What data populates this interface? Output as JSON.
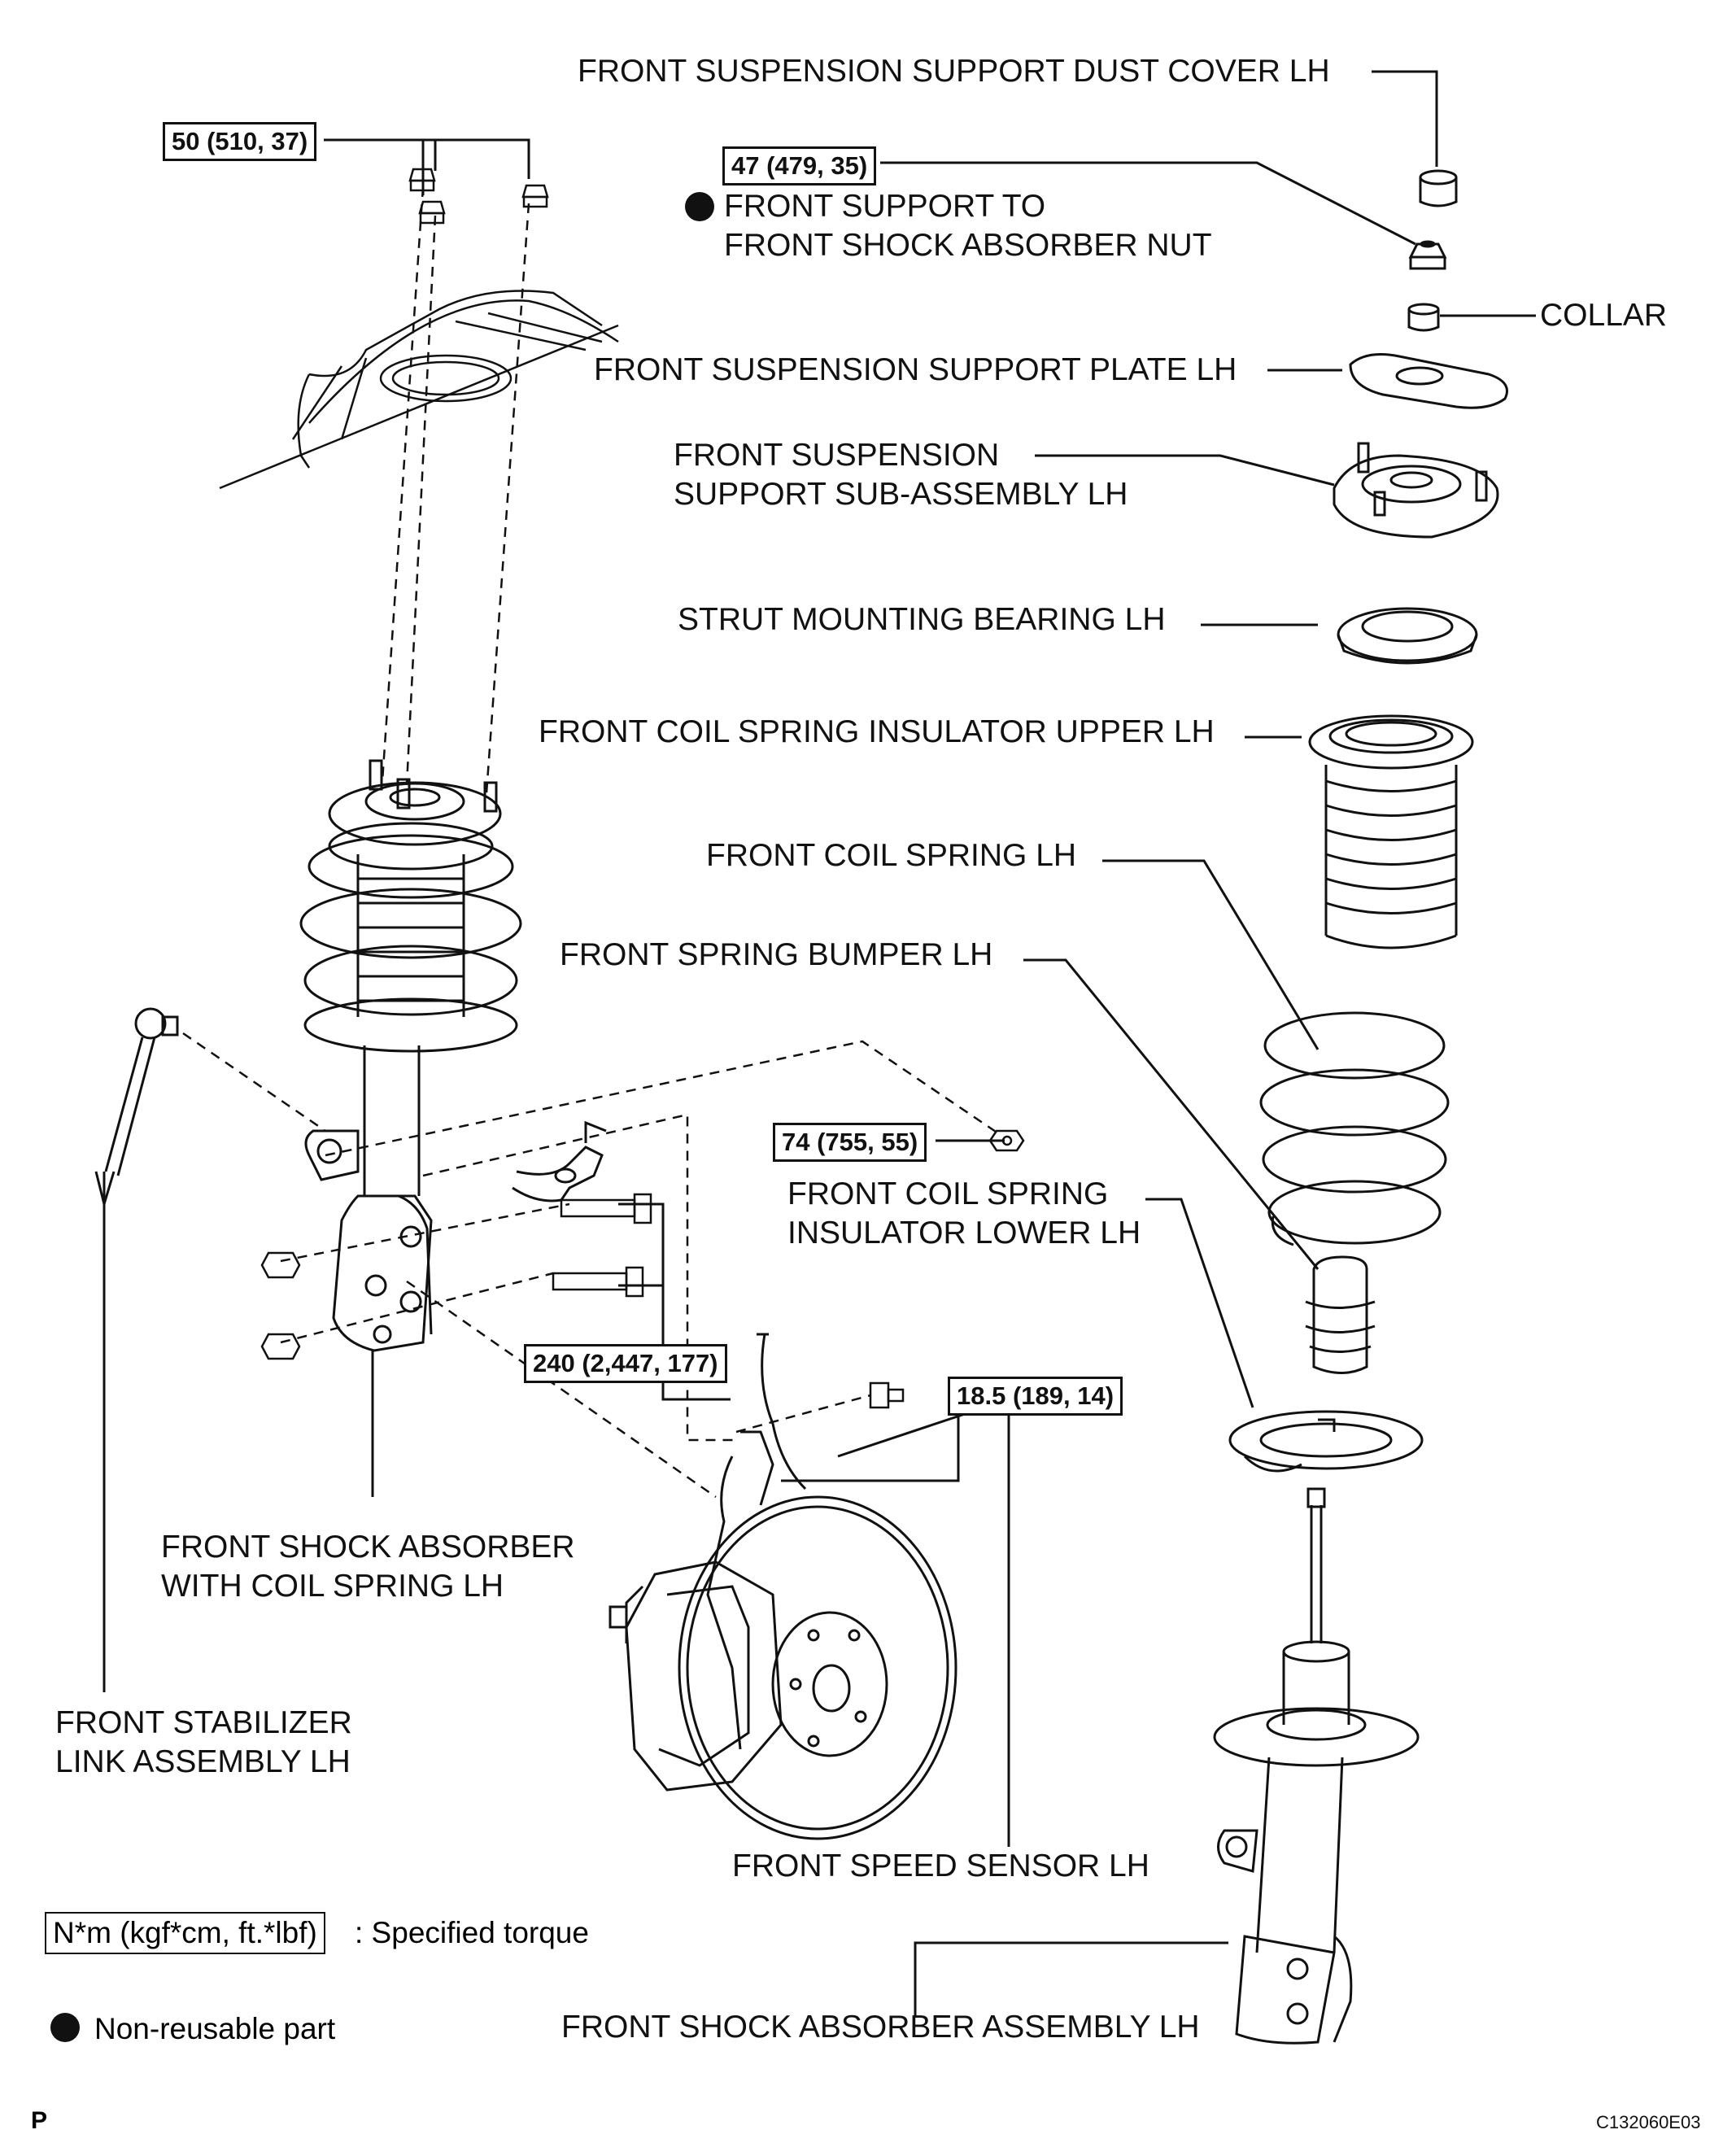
{
  "labels": {
    "dust_cover": "FRONT SUSPENSION SUPPORT DUST COVER LH",
    "nut_line1": "FRONT SUPPORT TO",
    "nut_line2": "FRONT SHOCK ABSORBER NUT",
    "collar": "COLLAR",
    "support_plate": "FRONT SUSPENSION SUPPORT PLATE LH",
    "support_sub_line1": "FRONT SUSPENSION",
    "support_sub_line2": "SUPPORT SUB-ASSEMBLY LH",
    "bearing": "STRUT MOUNTING BEARING LH",
    "insulator_upper": "FRONT COIL SPRING INSULATOR UPPER LH",
    "coil_spring": "FRONT COIL SPRING LH",
    "spring_bumper": "FRONT SPRING BUMPER LH",
    "insulator_lower_line1": "FRONT COIL SPRING",
    "insulator_lower_line2": "INSULATOR LOWER LH",
    "shock_with_spring_line1": "FRONT SHOCK ABSORBER",
    "shock_with_spring_line2": "WITH COIL SPRING LH",
    "stabilizer_line1": "FRONT STABILIZER",
    "stabilizer_line2": "LINK ASSEMBLY LH",
    "speed_sensor": "FRONT SPEED SENSOR LH",
    "shock_assembly": "FRONT SHOCK ABSORBER ASSEMBLY LH"
  },
  "torques": {
    "top_nuts": "50 (510, 37)",
    "support_nut": "47 (479, 35)",
    "stabilizer_nut": "74 (755, 55)",
    "knuckle_bolts": "240 (2,447, 177)",
    "sensor_bolt": "18.5 (189, 14)"
  },
  "legend": {
    "torque_unit": "N*m (kgf*cm, ft.*lbf)",
    "torque_text": ": Specified torque",
    "nonreusable_text": "Non-reusable part"
  },
  "footer": {
    "corner_mark": "P",
    "figure_code": "C132060E03"
  }
}
